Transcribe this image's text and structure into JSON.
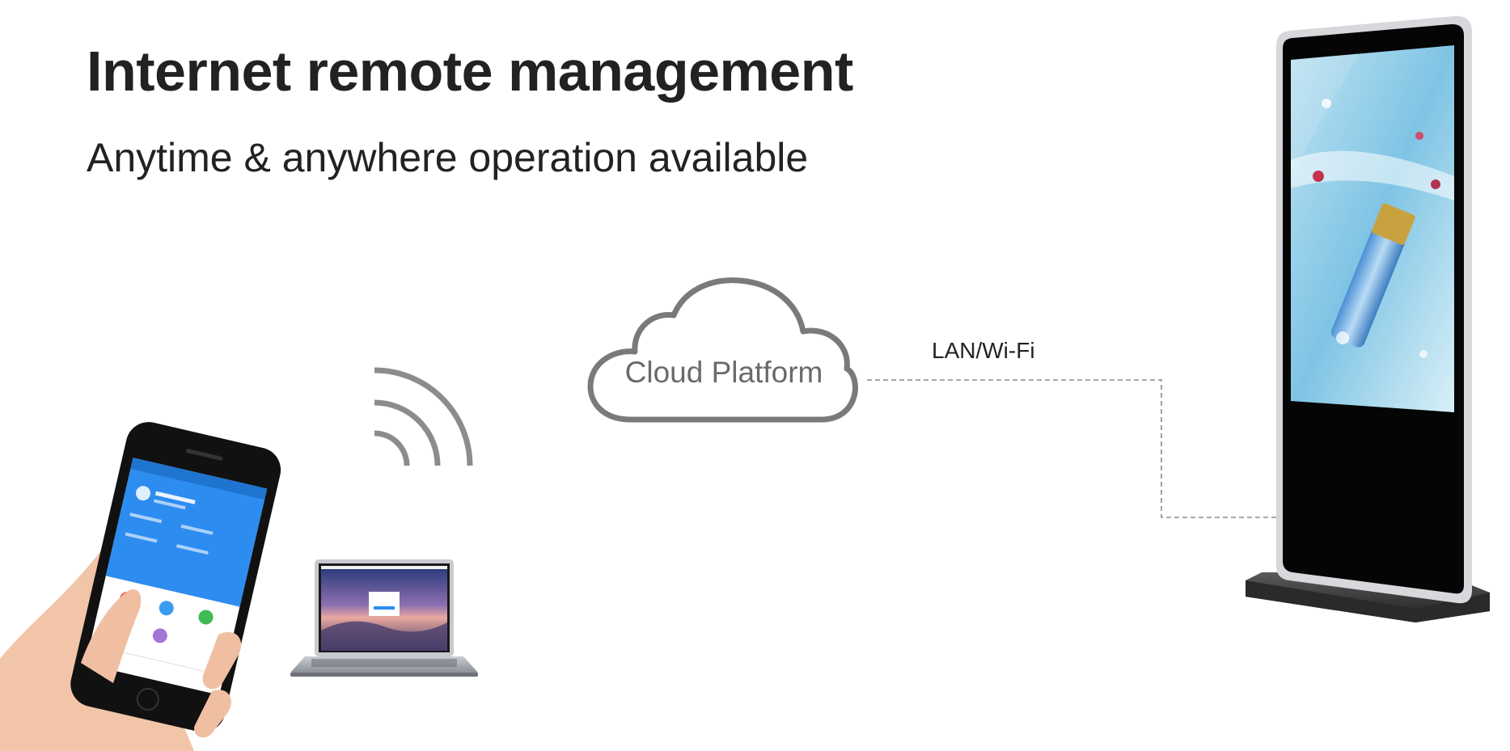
{
  "header": {
    "title": "Internet remote management",
    "subtitle": "Anytime & anywhere operation available"
  },
  "diagram": {
    "cloud_label": "Cloud Platform",
    "connection_label": "LAN/Wi-Fi"
  },
  "icons": {
    "phone": "smartphone-in-hand-icon",
    "signal": "wireless-signal-icon",
    "laptop": "laptop-icon",
    "cloud": "cloud-icon",
    "kiosk": "digital-signage-kiosk-icon"
  },
  "colors": {
    "text": "#222222",
    "cloud_stroke": "#7a7a7a",
    "dashed_line": "#8a8a8a",
    "app_blue": "#2d8cf0",
    "screen_black": "#050505"
  }
}
